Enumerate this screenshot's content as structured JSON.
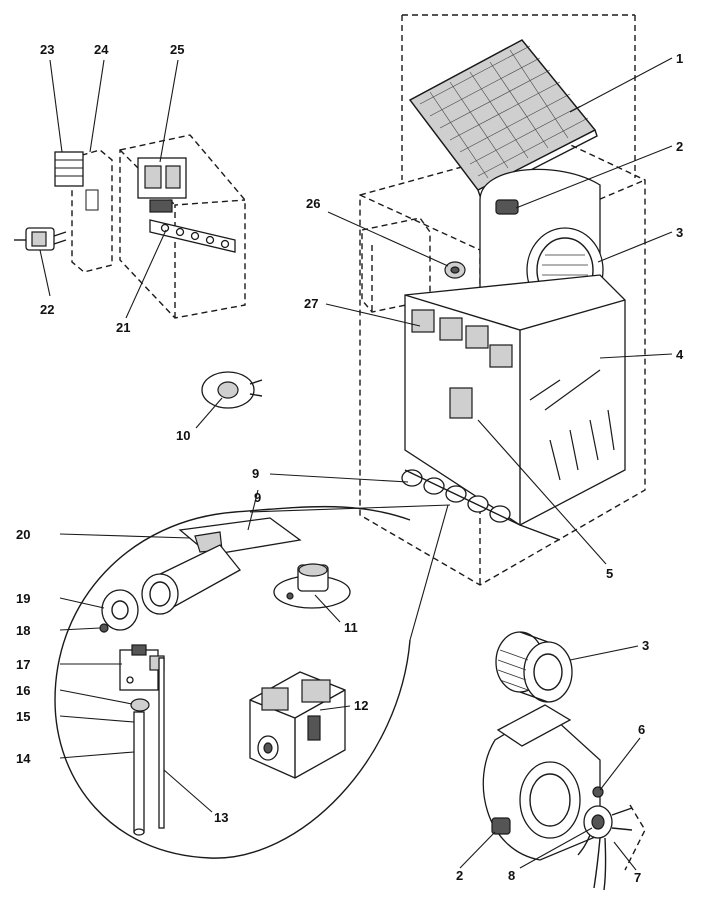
{
  "diagram": {
    "callouts": [
      {
        "id": "c1",
        "label": "1"
      },
      {
        "id": "c2a",
        "label": "2"
      },
      {
        "id": "c3a",
        "label": "3"
      },
      {
        "id": "c4",
        "label": "4"
      },
      {
        "id": "c5",
        "label": "5"
      },
      {
        "id": "c6",
        "label": "6"
      },
      {
        "id": "c7",
        "label": "7"
      },
      {
        "id": "c8",
        "label": "8"
      },
      {
        "id": "c2b",
        "label": "2"
      },
      {
        "id": "c3b",
        "label": "3"
      },
      {
        "id": "c9a",
        "label": "9"
      },
      {
        "id": "c9b",
        "label": "9"
      },
      {
        "id": "c10",
        "label": "10"
      },
      {
        "id": "c11",
        "label": "11"
      },
      {
        "id": "c12",
        "label": "12"
      },
      {
        "id": "c13",
        "label": "13"
      },
      {
        "id": "c14",
        "label": "14"
      },
      {
        "id": "c15",
        "label": "15"
      },
      {
        "id": "c16",
        "label": "16"
      },
      {
        "id": "c17",
        "label": "17"
      },
      {
        "id": "c18",
        "label": "18"
      },
      {
        "id": "c19",
        "label": "19"
      },
      {
        "id": "c20",
        "label": "20"
      },
      {
        "id": "c21",
        "label": "21"
      },
      {
        "id": "c22",
        "label": "22"
      },
      {
        "id": "c23",
        "label": "23"
      },
      {
        "id": "c24",
        "label": "24"
      },
      {
        "id": "c25",
        "label": "25"
      },
      {
        "id": "c26",
        "label": "26"
      },
      {
        "id": "c27",
        "label": "27"
      }
    ]
  }
}
